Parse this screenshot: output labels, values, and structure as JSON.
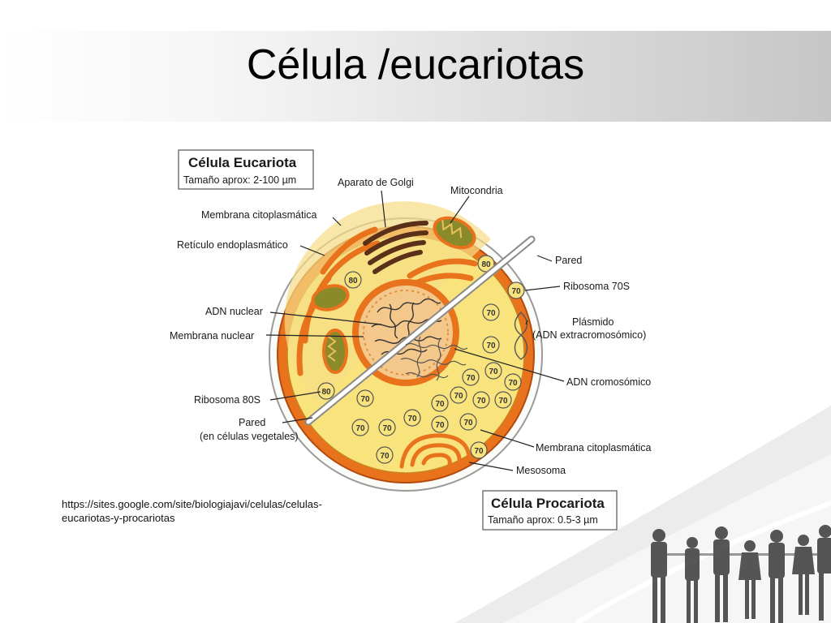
{
  "slide": {
    "title": "Célula /eucariotas",
    "source_url": "https://sites.google.com/site/biologiajavi/celulas/celulas-eucariotas-y-procariotas"
  },
  "diagram": {
    "eukaryote_box": {
      "title": "Célula Eucariota",
      "size": "Tamaño aprox: 2-100 µm"
    },
    "prokaryote_box": {
      "title": "Célula Procariota",
      "size": "Tamaño aprox: 0.5-3 µm"
    },
    "labels": {
      "golgi": "Aparato de Golgi",
      "mitocondria": "Mitocondria",
      "membrana_citoplasmatica_euk": "Membrana citoplasmática",
      "reticulo": "Retículo endoplasmático",
      "adn_nuclear": "ADN nuclear",
      "membrana_nuclear": "Membrana nuclear",
      "ribosoma_80s": "Ribosoma 80S",
      "pared_euk_1": "Pared",
      "pared_euk_2": "(en células vegetales)",
      "pared_prok": "Pared",
      "ribosoma_70s": "Ribosoma 70S",
      "plasmido_1": "Plásmido",
      "plasmido_2": "(ADN extracromosómico)",
      "adn_cromosomico": "ADN cromosómico",
      "membrana_citoplasmatica_prok": "Membrana citoplasmática",
      "mesosoma": "Mesosoma"
    },
    "ribosome_80": "80",
    "ribosome_70": "70"
  },
  "colors": {
    "cell_orange": "#e8731c",
    "cytoplasm_yellow": "#f8e37c",
    "mitochondria_green": "#8a8a2a",
    "title_band": "#c6c6c6"
  }
}
